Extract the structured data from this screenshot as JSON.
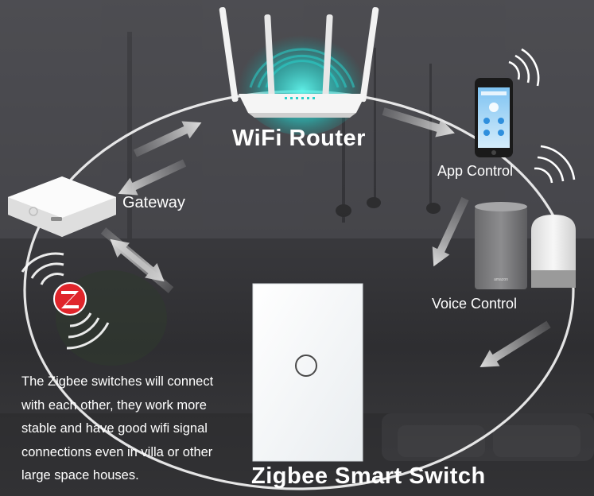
{
  "labels": {
    "wifi_router": "WiFi Router",
    "gateway": "Gateway",
    "app_control": "App Control",
    "voice_control": "Voice Control",
    "zigbee_smart_switch": "Zigbee Smart Switch"
  },
  "description_lines": [
    "The Zigbee switches will connect",
    "with each other, they work more",
    "stable and have good wifi signal",
    "connections even in villa or other",
    "large space houses."
  ],
  "icons": {
    "router": "wifi-router-icon",
    "gateway": "zigbee-gateway-icon",
    "phone": "smartphone-icon",
    "speaker1": "smart-speaker-icon",
    "speaker2": "smart-speaker-icon",
    "zigbee_logo": "zigbee-logo-icon",
    "switch": "wall-switch-icon"
  },
  "colors": {
    "zigbee_red": "#e0252b",
    "wifi_glow": "#26d6d0",
    "arrow": "#dcdcdc"
  }
}
